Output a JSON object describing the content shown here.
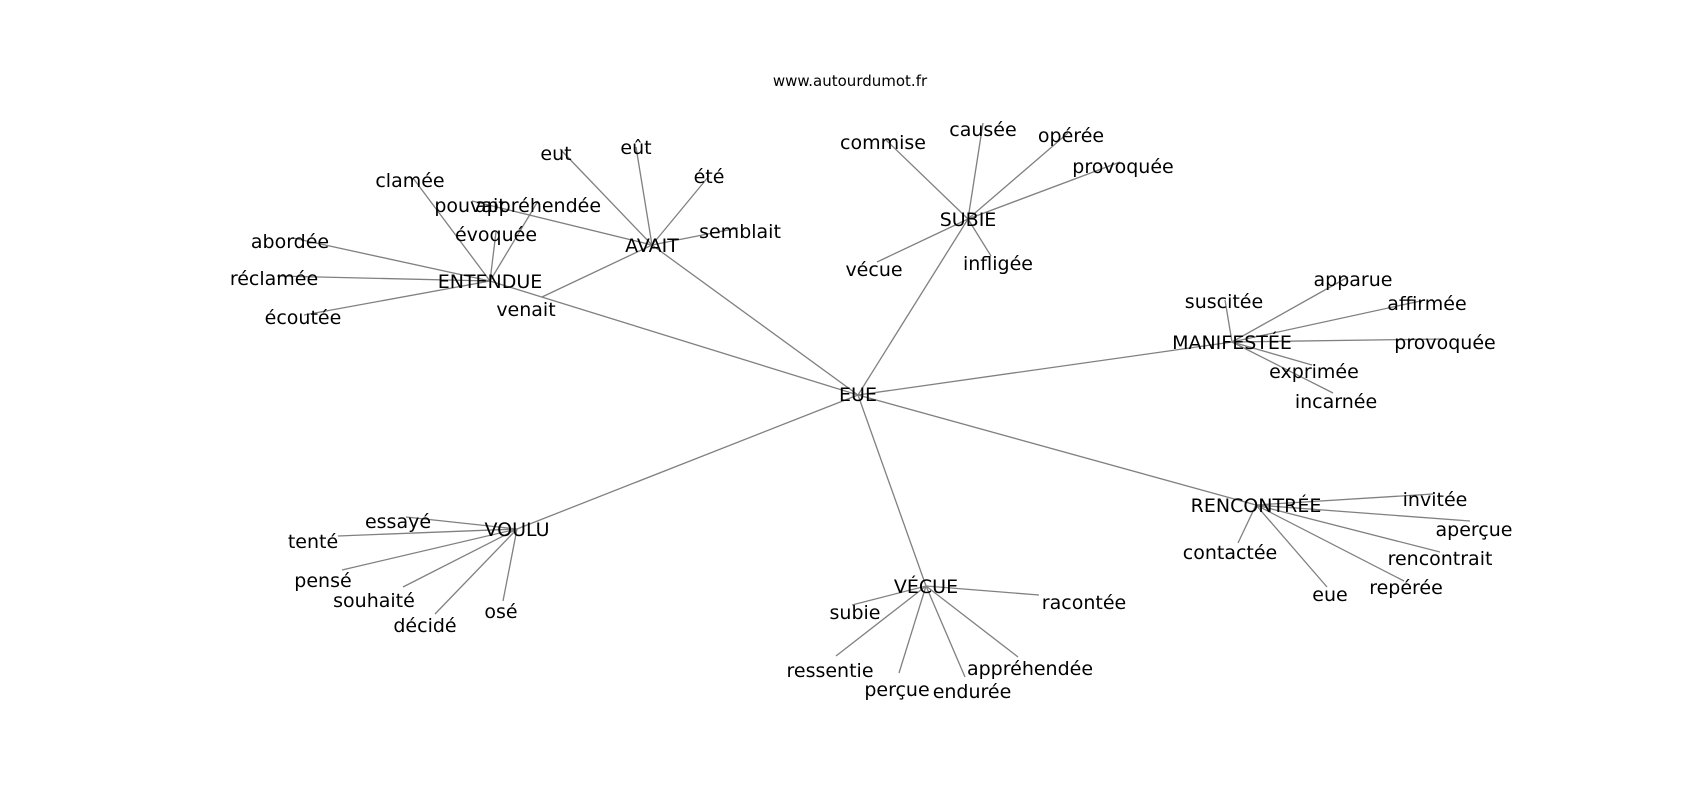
{
  "site_label": "www.autourdumot.fr",
  "graph": {
    "center": "EUE",
    "hubs": [
      {
        "id": "avait",
        "label": "AVAIT",
        "children": [
          "eut",
          "eût",
          "été",
          "semblait",
          "pouvait",
          "venait"
        ]
      },
      {
        "id": "entendue",
        "label": "ENTENDUE",
        "children": [
          "clamée",
          "appréhendée",
          "évoquée",
          "abordée",
          "réclamée",
          "écoutée"
        ]
      },
      {
        "id": "subie",
        "label": "SUBIE",
        "children": [
          "commise",
          "causée",
          "opérée",
          "provoquée",
          "vécue",
          "infligée"
        ]
      },
      {
        "id": "manifestee",
        "label": "MANIFESTÉE",
        "children": [
          "suscitée",
          "apparue",
          "affirmée",
          "provoquée",
          "exprimée",
          "incarnée"
        ]
      },
      {
        "id": "rencontree",
        "label": "RENCONTRÉE",
        "children": [
          "invitée",
          "aperçue",
          "rencontrait",
          "repérée",
          "eue",
          "contactée"
        ]
      },
      {
        "id": "vecue",
        "label": "VÉCUE",
        "children": [
          "subie",
          "racontée",
          "ressentie",
          "perçue",
          "endurée",
          "appréhendée"
        ]
      },
      {
        "id": "voulu",
        "label": "VOULU",
        "children": [
          "essayé",
          "tenté",
          "pensé",
          "souhaité",
          "décidé",
          "osé"
        ]
      }
    ]
  }
}
